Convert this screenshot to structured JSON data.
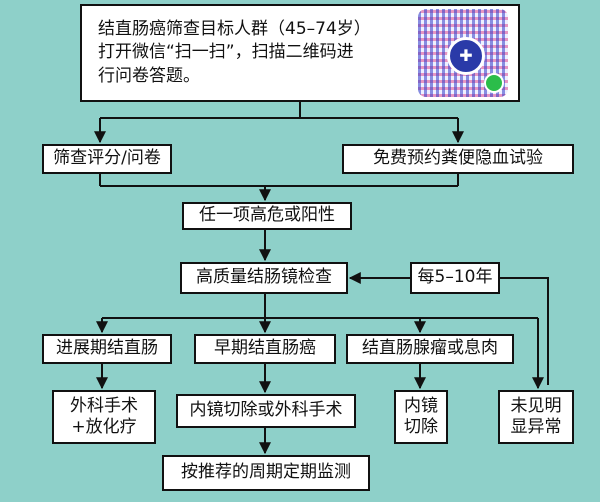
{
  "top": {
    "line1": "结直肠癌筛查目标人群（45–74岁）",
    "line2": "打开微信“扫一扫”，扫描二维码进",
    "line3": "行问卷答题。",
    "qr_icon": "qr-code-icon"
  },
  "nodes": {
    "screening_score": "筛查评分/问卷",
    "fobt": "免费预约粪便隐血试验",
    "any_high_risk": "任一项高危或阳性",
    "colonoscopy": "高质量结肠镜检查",
    "every_5_10": "每5–10年",
    "advanced": "进展期结直肠",
    "early": "早期结直肠癌",
    "adenoma": "结直肠腺瘤或息肉",
    "surgery_line1": "外科手术",
    "surgery_line2": "+放化疗",
    "endoscopic": "内镜切除或外科手术",
    "endo_resect_line1": "内镜",
    "endo_resect_line2": "切除",
    "no_abnormal_line1": "未见明",
    "no_abnormal_line2": "显异常",
    "followup": "按推荐的周期定期监测"
  },
  "colors": {
    "background": "#8ed0c9",
    "box": "#ffffff",
    "line": "#111111"
  }
}
